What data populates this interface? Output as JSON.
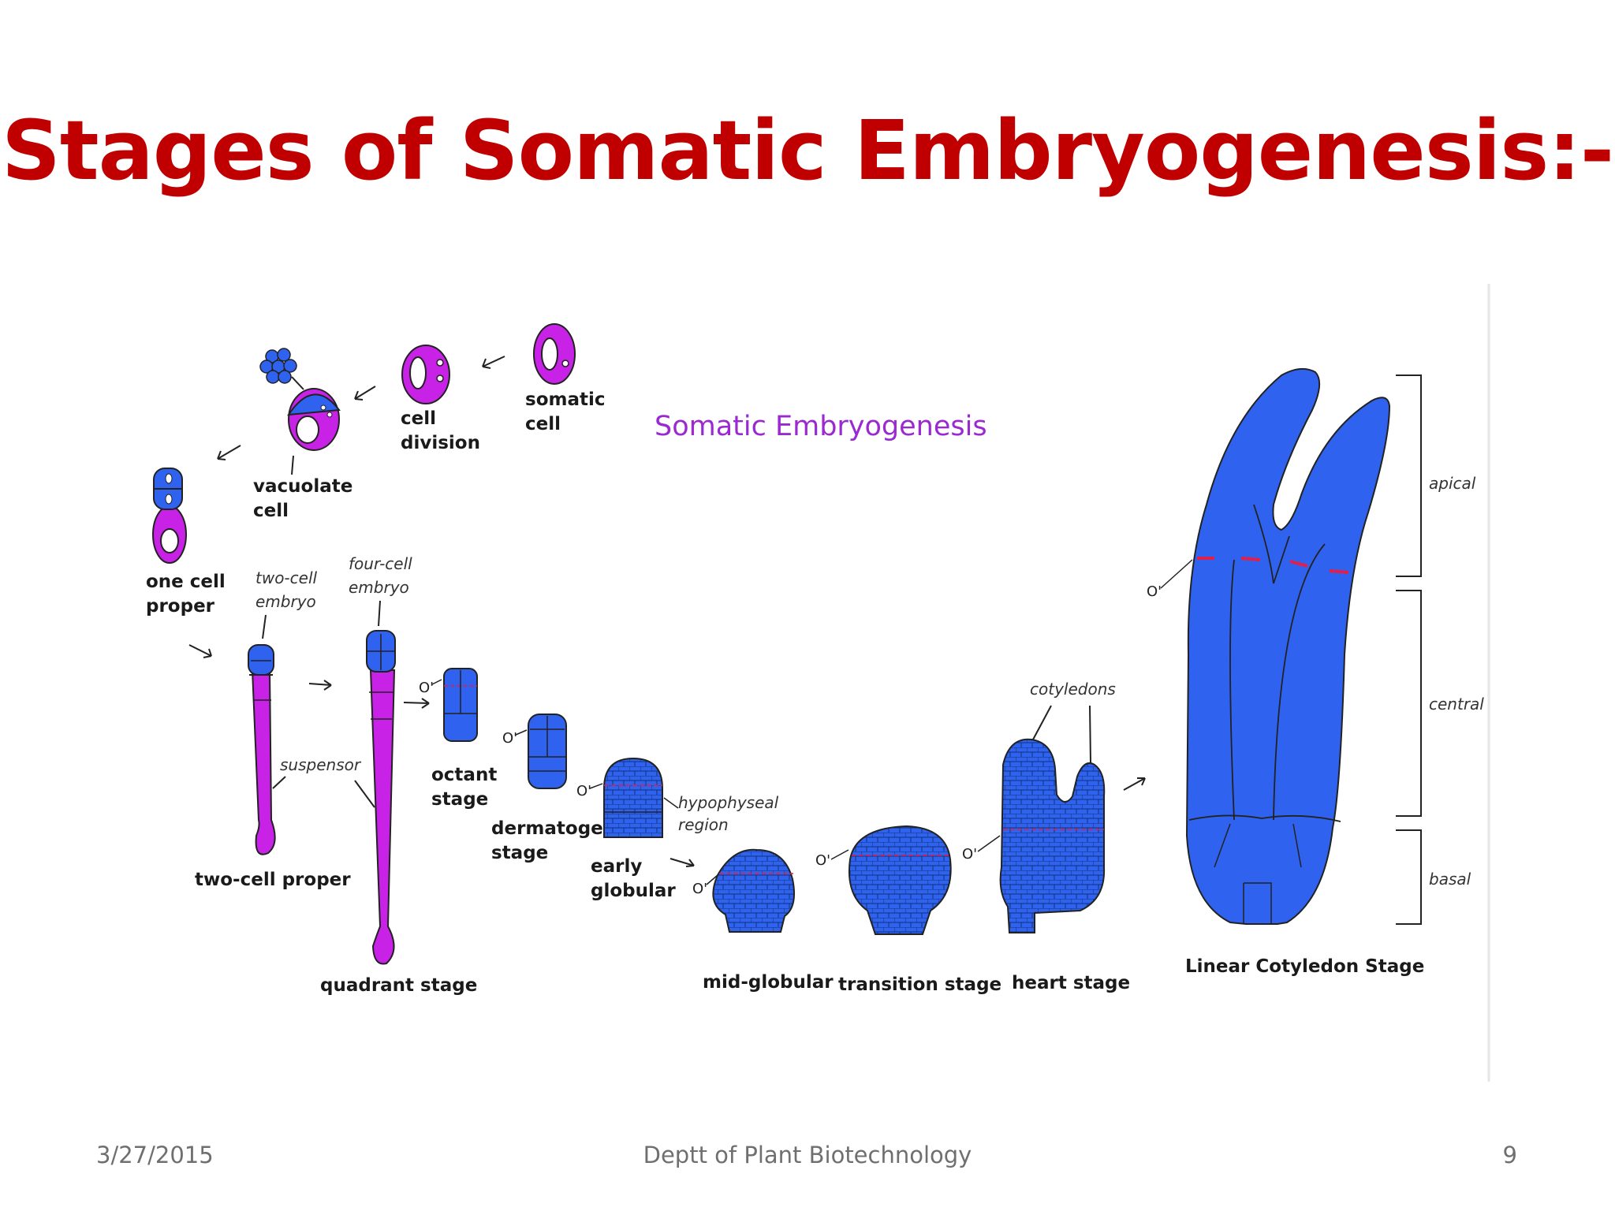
{
  "slide": {
    "title": "Stages of Somatic Embryogenesis:-",
    "footer_date": "3/27/2015",
    "footer_center": "Deptt of Plant Biotechnology",
    "footer_page": "9"
  },
  "colors": {
    "title": "#c00000",
    "embryo_blue": "#2f63ef",
    "suspensor_magenta": "#c822e6",
    "heading_purple": "#9a2ad0",
    "divider_red": "#e0204a"
  },
  "diagram": {
    "heading": "Somatic Embryogenesis",
    "labels": {
      "somatic_1": "somatic",
      "somatic_2": "cell",
      "division_1": "cell",
      "division_2": "division",
      "vacuolate_1": "vacuolate",
      "vacuolate_2": "cell",
      "onecell_1": "one cell",
      "onecell_2": "proper",
      "twocell_emb_1": "two-cell",
      "twocell_emb_2": "embryo",
      "fourcell_emb_1": "four-cell",
      "fourcell_emb_2": "embryo",
      "suspensor": "suspensor",
      "twocell_proper": "two-cell proper",
      "quadrant": "quadrant stage",
      "octant_1": "octant",
      "octant_2": "stage",
      "dermatogen_1": "dermatogen",
      "dermatogen_2": "stage",
      "early_glob_1": "early",
      "early_glob_2": "globular",
      "hypo_1": "hypophyseal",
      "hypo_2": "region",
      "midglob": "mid-globular",
      "transition": "transition stage",
      "heart": "heart stage",
      "cotyledons": "cotyledons",
      "linear": "Linear Cotyledon Stage",
      "apical": "apical",
      "central": "central",
      "basal": "basal",
      "o_prime": "O'"
    }
  }
}
